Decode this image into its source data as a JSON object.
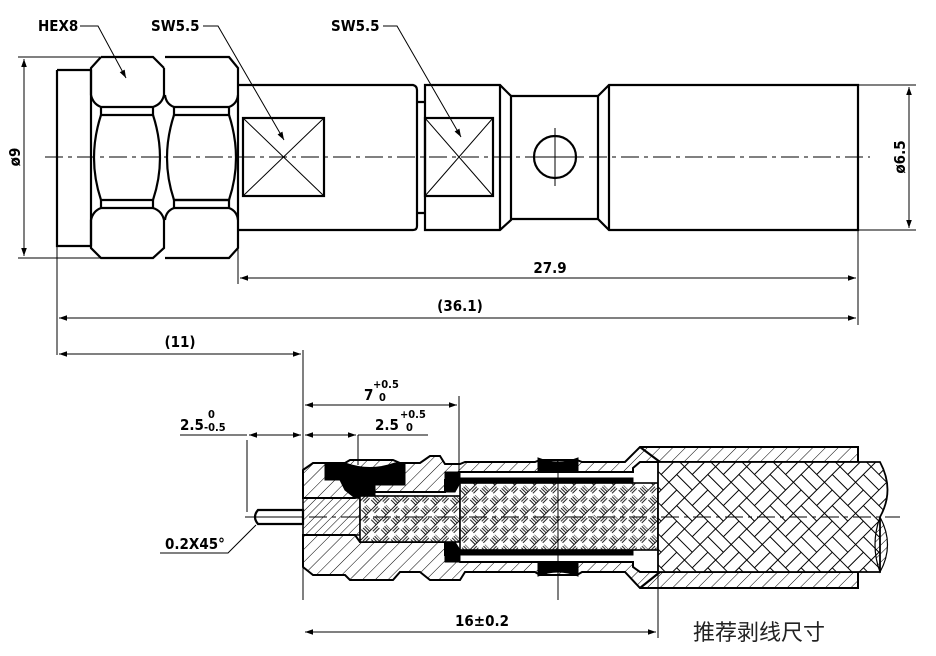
{
  "drawing": {
    "title": "Coaxial connector assembly drawing",
    "callouts": {
      "hex": "HEX8",
      "wrench_flat_1": "SW5.5",
      "wrench_flat_2": "SW5.5",
      "chamfer": "0.2X45°"
    },
    "dimensions": {
      "diameter_left": "ø9",
      "diameter_right": "ø6.5",
      "length_body": "27.9",
      "length_overall": "(36.1)",
      "length_pin_ref": "(11)",
      "strip_7": {
        "nominal": "7",
        "upper": "+0.5",
        "lower": "0"
      },
      "strip_2_5_right": {
        "nominal": "2.5",
        "upper": "+0.5",
        "lower": "0"
      },
      "strip_2_5_left": {
        "nominal": "2.5",
        "upper": "0",
        "lower": "-0.5"
      },
      "strip_16": "16±0.2"
    },
    "note": "推荐剥线尺寸"
  }
}
